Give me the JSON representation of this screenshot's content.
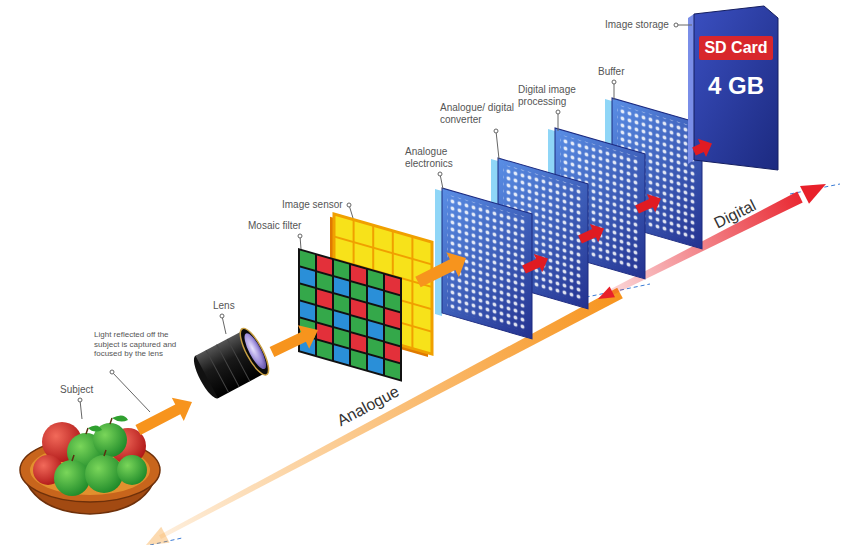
{
  "diagram": {
    "nodes": [
      {
        "text": [
          "SD Card",
          "4 GB"
        ]
      }
    ],
    "labels": [
      "Image storage",
      "Buffer",
      "Digital image processing",
      "Analogue/ digital converter",
      "Analogue electronics",
      "Image sensor",
      "Mosaic filter",
      "Lens",
      "Light reflected off the subject is captured and focused by the lens",
      "Subject",
      "Analogue",
      "Digital"
    ]
  }
}
